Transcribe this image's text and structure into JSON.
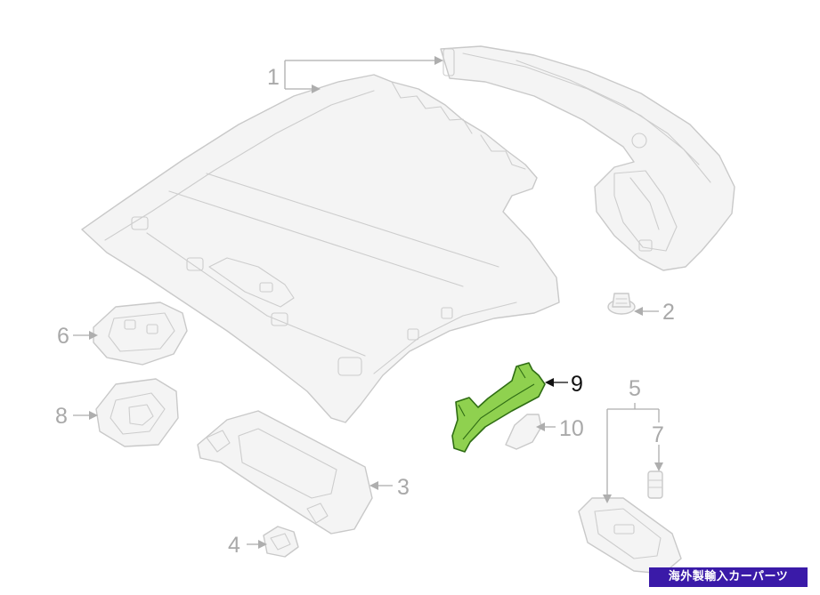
{
  "callouts": {
    "c1": "1",
    "c2": "2",
    "c3": "3",
    "c4": "4",
    "c5": "5",
    "c6": "6",
    "c7": "7",
    "c8": "8",
    "c9": "9",
    "c10": "10"
  },
  "highlight_color": "#8fd14f",
  "watermark": "海外製輸入カーパーツ"
}
